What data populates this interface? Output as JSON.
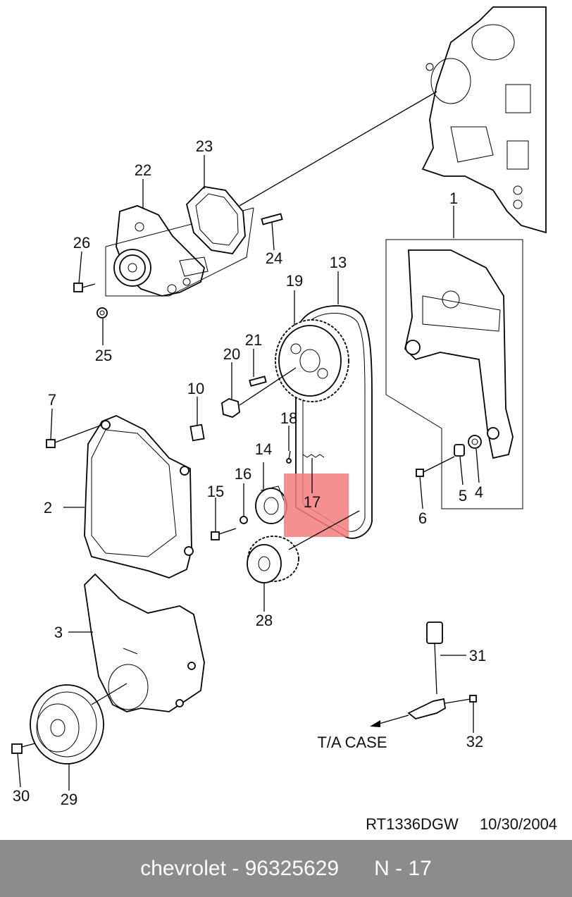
{
  "diagram": {
    "callouts": [
      {
        "id": "c1",
        "text": "1"
      },
      {
        "id": "c2",
        "text": "2"
      },
      {
        "id": "c3",
        "text": "3"
      },
      {
        "id": "c4",
        "text": "4"
      },
      {
        "id": "c5",
        "text": "5"
      },
      {
        "id": "c6",
        "text": "6"
      },
      {
        "id": "c7",
        "text": "7"
      },
      {
        "id": "c10",
        "text": "10"
      },
      {
        "id": "c13",
        "text": "13"
      },
      {
        "id": "c14",
        "text": "14"
      },
      {
        "id": "c15",
        "text": "15"
      },
      {
        "id": "c16",
        "text": "16"
      },
      {
        "id": "c17",
        "text": "17"
      },
      {
        "id": "c18",
        "text": "18"
      },
      {
        "id": "c19",
        "text": "19"
      },
      {
        "id": "c20",
        "text": "20"
      },
      {
        "id": "c21",
        "text": "21"
      },
      {
        "id": "c22",
        "text": "22"
      },
      {
        "id": "c23",
        "text": "23"
      },
      {
        "id": "c24",
        "text": "24"
      },
      {
        "id": "c25",
        "text": "25"
      },
      {
        "id": "c26",
        "text": "26"
      },
      {
        "id": "c28",
        "text": "28"
      },
      {
        "id": "c29",
        "text": "29"
      },
      {
        "id": "c30",
        "text": "30"
      },
      {
        "id": "c31",
        "text": "31"
      },
      {
        "id": "c32",
        "text": "32"
      }
    ],
    "ta_case_label": "T/A CASE",
    "reference_code": "RT1336DGW",
    "reference_date": "10/30/2004",
    "highlight_color": "#f47c7c"
  },
  "footer": {
    "brand": "chevrolet",
    "part_number": "96325629",
    "position_label": "N - 17"
  }
}
